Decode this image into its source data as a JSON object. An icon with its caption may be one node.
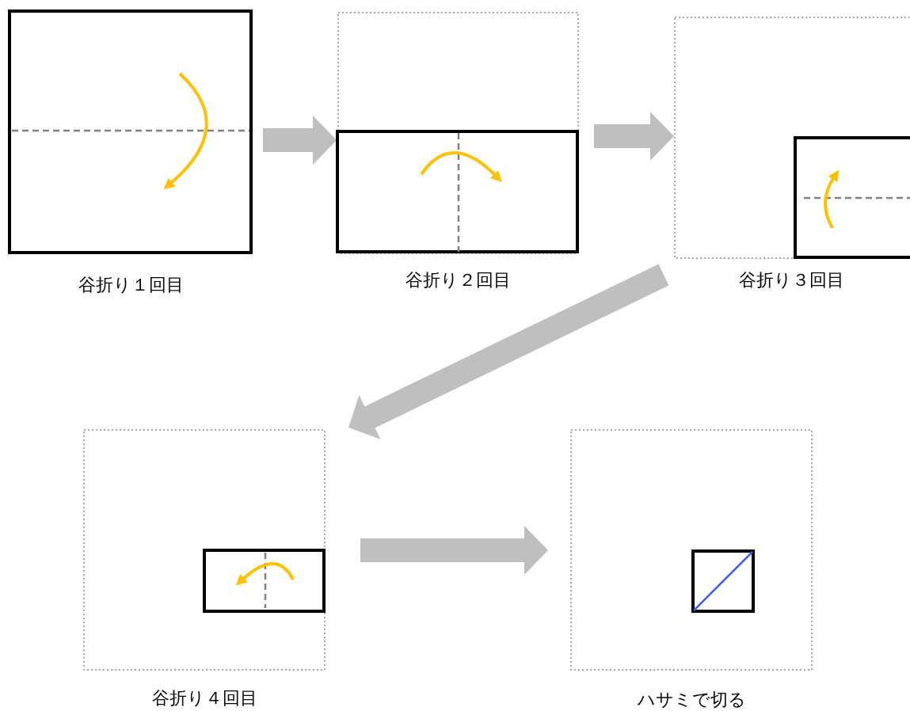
{
  "diagram": {
    "nodes": [
      {
        "text": [
          "谷折り１回目"
        ]
      },
      {
        "text": [
          "谷折り２回目"
        ]
      },
      {
        "text": [
          "谷折り３回目"
        ]
      },
      {
        "text": [
          "谷折り４回目"
        ]
      },
      {
        "text": [
          "ハサミで切る"
        ]
      }
    ],
    "edges": [
      {
        "from": 0,
        "to": 1,
        "arrow": "to"
      },
      {
        "from": 1,
        "to": 2,
        "arrow": "to"
      },
      {
        "from": 2,
        "to": 3,
        "arrow": "to"
      },
      {
        "from": 3,
        "to": 4,
        "arrow": "to"
      }
    ]
  }
}
